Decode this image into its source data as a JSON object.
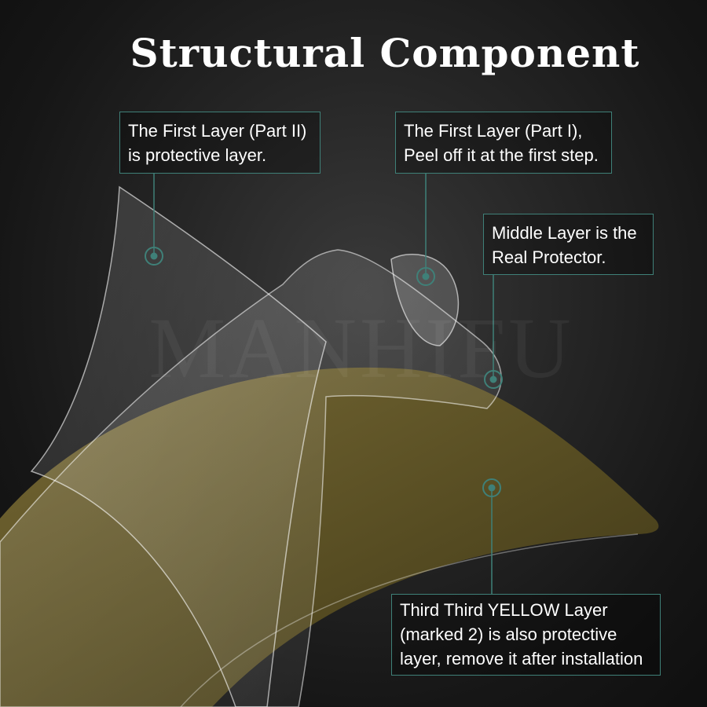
{
  "title": "Structural Component",
  "watermark": "MANHIFU",
  "colors": {
    "accent_teal": "#3f8078",
    "yellow_layer": "#6b5e2a",
    "background": "#1e1e1e"
  },
  "callouts": {
    "first_layer_part2": {
      "line1": "The First Layer (Part II)",
      "line2": "is protective layer."
    },
    "first_layer_part1": {
      "line1": "The First Layer (Part I),",
      "line2": "Peel off it at the first step."
    },
    "middle_layer": {
      "line1": "Middle Layer is the",
      "line2": "Real Protector."
    },
    "third_layer": {
      "line1": "Third Third YELLOW Layer",
      "line2": "(marked 2) is also protective",
      "line3": "layer, remove it after installation"
    }
  }
}
